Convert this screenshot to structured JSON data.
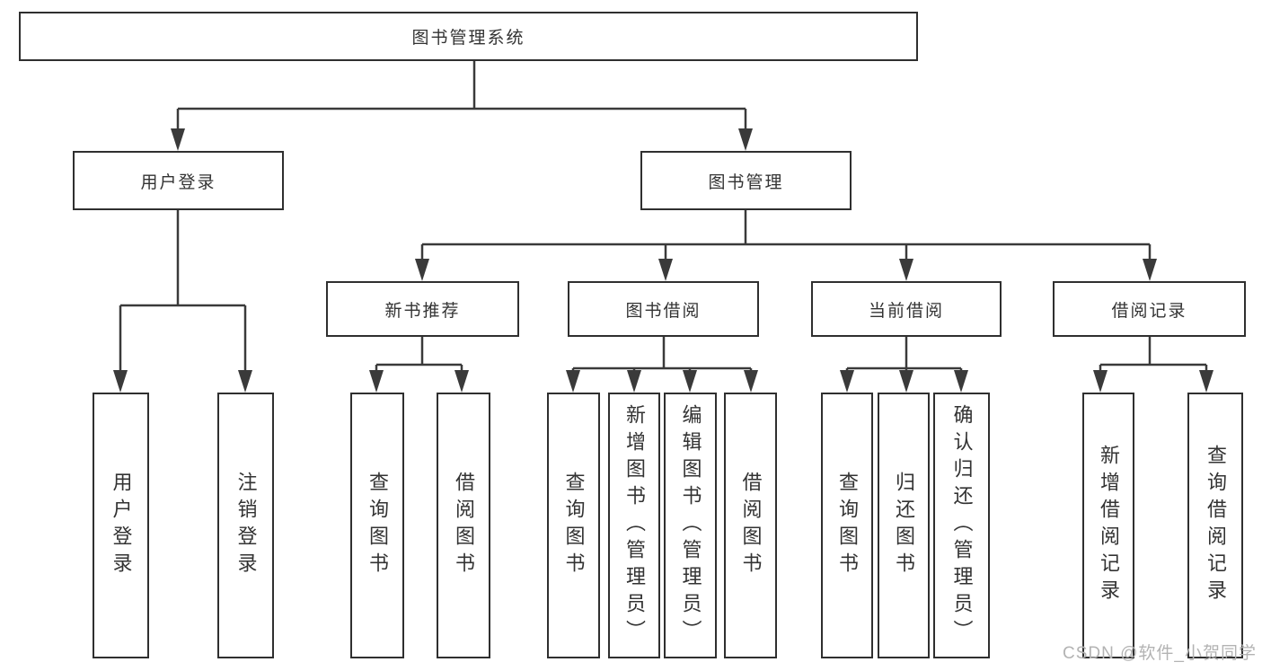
{
  "diagram": {
    "tree": {
      "label": "图书管理系统",
      "children": [
        {
          "label": "用户登录",
          "children": [
            {
              "label": "用户登录"
            },
            {
              "label": "注销登录"
            }
          ]
        },
        {
          "label": "图书管理",
          "children": [
            {
              "label": "新书推荐",
              "children": [
                {
                  "label": "查询图书"
                },
                {
                  "label": "借阅图书"
                }
              ]
            },
            {
              "label": "图书借阅",
              "children": [
                {
                  "label": "查询图书"
                },
                {
                  "label": "新增图书（管理员）"
                },
                {
                  "label": "编辑图书（管理员）"
                },
                {
                  "label": "借阅图书"
                }
              ]
            },
            {
              "label": "当前借阅",
              "children": [
                {
                  "label": "查询图书"
                },
                {
                  "label": "归还图书"
                },
                {
                  "label": "确认归还（管理员）"
                }
              ]
            },
            {
              "label": "借阅记录",
              "children": [
                {
                  "label": "新增借阅记录"
                },
                {
                  "label": "查询借阅记录"
                }
              ]
            }
          ]
        }
      ]
    },
    "colors": {
      "line": "#3a3a3a",
      "border": "#2f2f2f",
      "text": "#333333",
      "watermark": "#b3b3b3",
      "background": "#ffffff"
    }
  },
  "watermark": "CSDN @软件_小贺同学"
}
